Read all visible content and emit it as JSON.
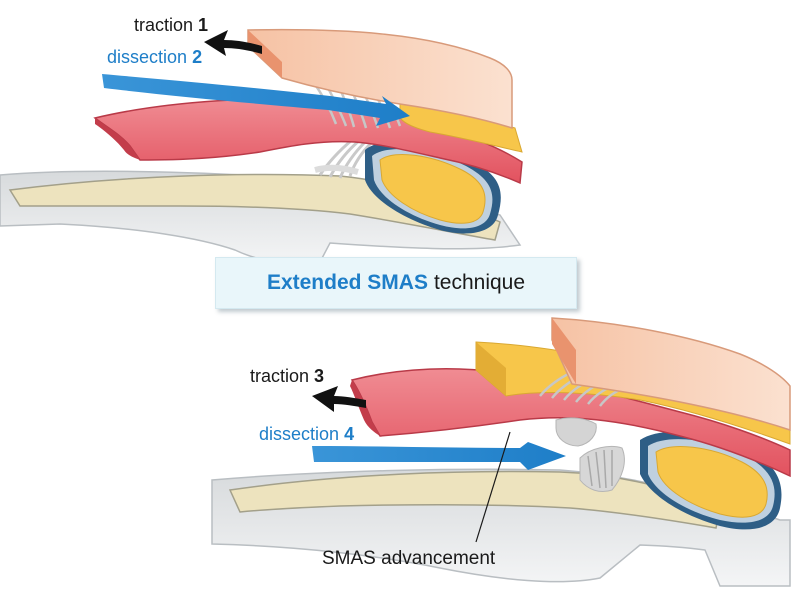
{
  "title": {
    "emphasis": "Extended SMAS",
    "rest": "technique"
  },
  "labels": {
    "traction_1": {
      "word": "traction",
      "num": "1"
    },
    "dissection_2": {
      "word": "dissection",
      "num": "2"
    },
    "traction_3": {
      "word": "traction",
      "num": "3"
    },
    "dissection_4": {
      "word": "dissection",
      "num": "4"
    },
    "smas_advancement": "SMAS advancement"
  },
  "colors": {
    "skin": "#f7c9ad",
    "smas": "#e35d6a",
    "fat": "#f7c64a",
    "bone": "#ede3be",
    "arrow_blue": "#1e7ec8",
    "text_blue": "#1e7ec8",
    "text_dark": "#1a1a1a",
    "title_bg": "#e9f6fa"
  }
}
